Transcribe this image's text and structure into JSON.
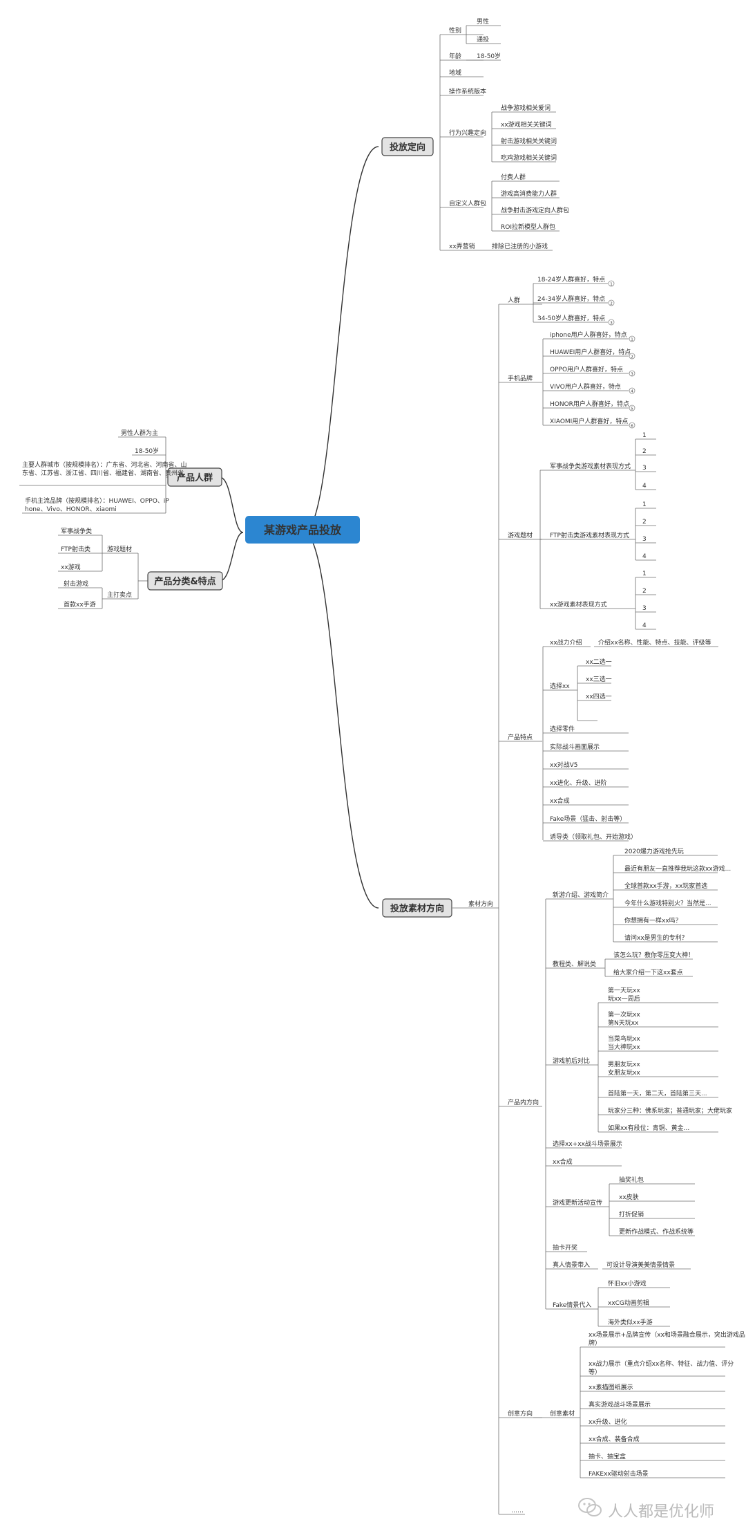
{
  "center": "某游戏产品投放",
  "branches": {
    "targeting": {
      "label": "投放定向",
      "items": [
        {
          "label": "性别",
          "children": [
            "男性",
            "通投"
          ]
        },
        {
          "label": "年龄",
          "children": [
            "18-50岁"
          ]
        },
        {
          "label": "地域"
        },
        {
          "label": "操作系统版本"
        },
        {
          "label": "行为兴趣定向",
          "children": [
            "战争游戏相关爱词",
            "xx游戏相关关键词",
            "射击游戏相关关键词",
            "吃鸡游戏相关关键词"
          ]
        },
        {
          "label": "自定义人群包",
          "children": [
            "付费人群",
            "游戏高消费能力人群",
            "战争射击游戏定向人群包",
            "ROI拉新模型人群包"
          ]
        },
        {
          "label": "xx弄营销",
          "children": [
            "排除已注册的小游戏"
          ]
        }
      ]
    },
    "audience": {
      "label": "产品人群",
      "items": [
        "男性人群为主",
        "18-50岁",
        "主要人群城市（按规模排名）：广东省、河北省、河南省、山东省、江苏省、浙江省、四川省、福建省、湖南省、贵州省",
        "手机主流品牌（按规模排名）：HUAWEI、OPPO、iPhone、Vivo、HONOR、xiaomi"
      ]
    },
    "category": {
      "label": "产品分类&特点",
      "items": [
        {
          "label": "游戏题材",
          "children": [
            "军事战争类",
            "FTP射击类",
            "xx游戏"
          ]
        },
        {
          "label": "主打卖点",
          "children": [
            "射击游戏",
            "首款xx手游"
          ]
        }
      ]
    },
    "materials": {
      "label": "投放素材方向",
      "sub": "素材方向",
      "crowd": {
        "label": "人群",
        "items": [
          "18-24岁人群喜好，特点",
          "24-34岁人群喜好，特点",
          "34-50岁人群喜好，特点"
        ]
      },
      "phones": {
        "label": "手机品牌",
        "items": [
          "iphone用户人群喜好，特点",
          "HUAWEI用户人群喜好，特点",
          "OPPO用户人群喜好，特点",
          "VIVO用户人群喜好，特点",
          "HONOR用户人群喜好，特点",
          "XIAOMI用户人群喜好，特点"
        ]
      },
      "theme": {
        "label": "游戏题材",
        "groups": [
          {
            "label": "军事战争类游戏素材表现方式",
            "children": [
              "1",
              "2",
              "3",
              "4"
            ]
          },
          {
            "label": "FTP射击类游戏素材表现方式",
            "children": [
              "1",
              "2",
              "3",
              "4"
            ]
          },
          {
            "label": "xx游戏素材表现方式",
            "children": [
              "1",
              "2",
              "3",
              "4"
            ]
          }
        ]
      },
      "features": {
        "label": "产品特点",
        "power": {
          "label": "xx战力介绍",
          "detail": "介绍xx名称、性能、特点、技能、评级等"
        },
        "choose": {
          "label": "选择xx",
          "children": [
            "xx二选一",
            "xx三选一",
            "xx四选一"
          ]
        },
        "items": [
          "选择零件",
          "实际战斗画面展示",
          "xx对战V5",
          "xx进化、升级、进阶",
          "xx合成",
          "Fake场景（猛击、射击等）",
          "诱导类（领取礼包、开始游戏）"
        ]
      },
      "content": {
        "label": "产品内方向",
        "news": {
          "label": "新游介绍、游戏简介",
          "children": [
            "2020爆力游戏抢先玩",
            "最近有朋友一直推荐我玩这款xx游戏...",
            "全球首款xx手游，xx玩家首选",
            "今年什么游戏特别火？当然是...",
            "你想拥有一样xx吗？",
            "请问xx是男生的专利？"
          ]
        },
        "tutorial": {
          "label": "教程类、解说类",
          "children": [
            "该怎么玩？教你零压变大神！",
            "给大家介绍一下这xx套点"
          ]
        },
        "compare": {
          "label": "游戏前后对比",
          "children": [
            "第一天玩xx\n玩xx一周后",
            "第一次玩xx\n第N天玩xx",
            "当菜鸟玩xx\n当大神玩xx",
            "男朋友玩xx\n女朋友玩xx",
            "首陆第一天，第二天，首陆第三天...",
            "玩家分三种：佛系玩家；普通玩家；大佬玩家",
            "如果xx有段位：青铜、黄金..."
          ]
        },
        "items1": [
          "选择xx+xx战斗场景展示",
          "xx合成"
        ],
        "update": {
          "label": "游戏更新活动宣传",
          "children": [
            "抽奖礼包",
            "xx皮肤",
            "打折促销",
            "更新作战模式、作战系统等"
          ]
        },
        "items2": [
          "抽卡开奖"
        ],
        "real": {
          "label": "真人情景带入",
          "detail": "可设计导演美美情景情景"
        },
        "fake": {
          "label": "Fake情景代入",
          "children": [
            "怀旧xx小游戏",
            "xxCG动画剪辑",
            "海外类似xx手游"
          ]
        }
      },
      "creative": {
        "label": "创意方向",
        "sub": "创意素材",
        "items": [
          "xx场景展示+品牌宣传（xx和场景融合展示，突出游戏品牌）",
          "xx战力展示（重点介绍xx名称、特征、战力值、评分等）",
          "xx素描图纸展示",
          "真实游戏战斗场景展示",
          "xx升级、进化",
          "xx合成、装备合成",
          "抽卡、抽宝盒",
          "FAKExx驱动射击场景"
        ]
      },
      "more": "……"
    }
  },
  "watermark": "人人都是优化师",
  "colors": {
    "line": "#6b6b6b",
    "branch_line": "#333333",
    "center_bg": "#2c86d1",
    "center_text": "#ffffff",
    "box_bg": "#e3e3e3",
    "box_border": "#444444",
    "badge": "#888888"
  }
}
